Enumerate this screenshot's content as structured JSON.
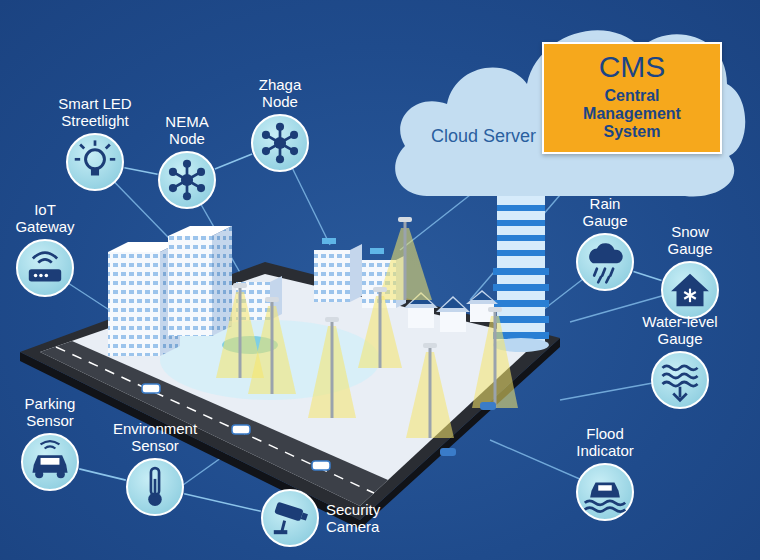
{
  "diagram": {
    "nodes": [
      {
        "text": [
          "Smart LED Streetlight"
        ]
      },
      {
        "text": [
          "NEMA Node"
        ]
      },
      {
        "text": [
          "Zhaga Node"
        ]
      },
      {
        "text": [
          "IoT Gateway"
        ]
      },
      {
        "text": [
          "Cloud Server"
        ]
      },
      {
        "text": [
          "CMS",
          "Central Management System"
        ],
        "in": 4
      },
      {
        "text": [
          "Rain Gauge"
        ]
      },
      {
        "text": [
          "Snow Gauge"
        ]
      },
      {
        "text": [
          "Water-level Gauge"
        ]
      },
      {
        "text": [
          "Parking Sensor"
        ]
      },
      {
        "text": [
          "Environment Sensor"
        ]
      },
      {
        "text": [
          "Security Camera"
        ]
      },
      {
        "text": [
          "Flood Indicator"
        ]
      }
    ],
    "edges": [
      {
        "from": 0,
        "to": 1,
        "arrow": "none"
      },
      {
        "from": 1,
        "to": 2,
        "arrow": "none"
      },
      {
        "from": 6,
        "to": 7,
        "arrow": "none"
      },
      {
        "from": 9,
        "to": 10,
        "arrow": "none"
      },
      {
        "from": 10,
        "to": 11,
        "arrow": "none"
      }
    ]
  }
}
